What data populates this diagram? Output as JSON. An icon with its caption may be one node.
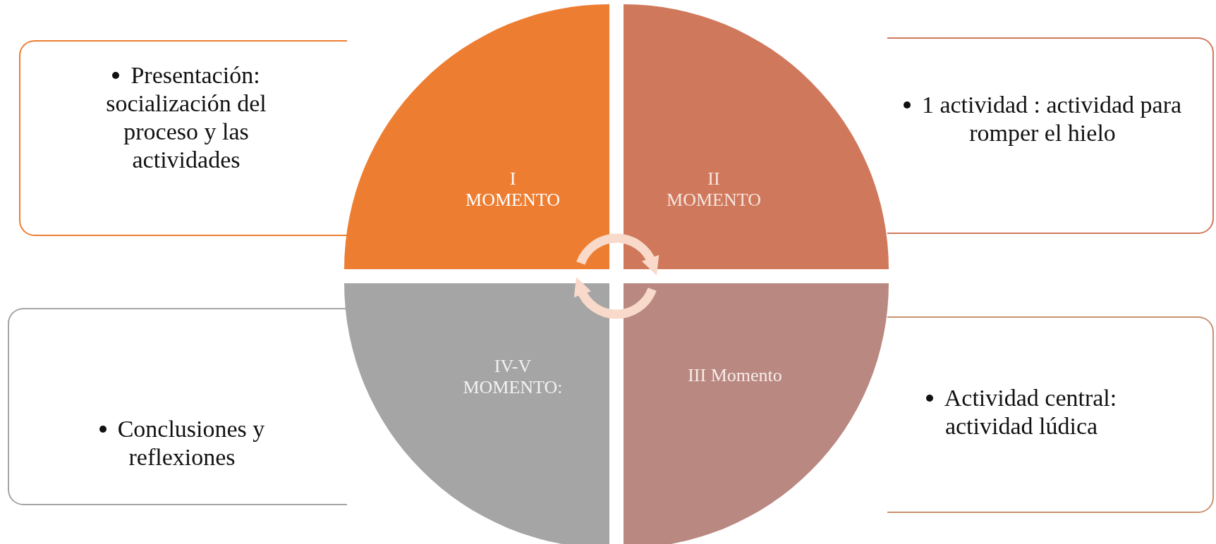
{
  "diagram": {
    "nodes": [
      {
        "text": [
          "Presentación: socialización del proceso y las actividades"
        ]
      },
      {
        "text": [
          "I MOMENTO"
        ]
      },
      {
        "text": [
          "II MOMENTO"
        ]
      },
      {
        "text": [
          "1 actividad : actividad para romper el hielo"
        ]
      },
      {
        "text": [
          "Conclusiones y reflexiones"
        ]
      },
      {
        "text": [
          "IV-V MOMENTO:"
        ]
      },
      {
        "text": [
          "III Momento"
        ]
      },
      {
        "text": [
          "Actividad central: actividad lúdica"
        ]
      }
    ],
    "edges": [
      {
        "from": 1,
        "to": 2,
        "arrow": "to"
      },
      {
        "from": 6,
        "to": 5,
        "arrow": "to"
      }
    ]
  }
}
